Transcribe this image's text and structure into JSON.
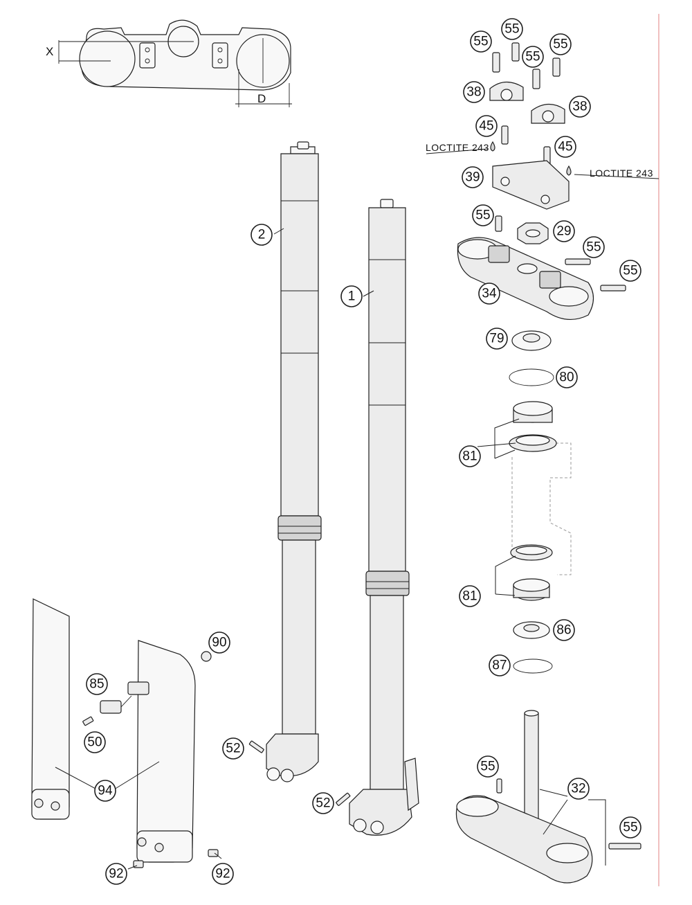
{
  "labels": {
    "c2": "2",
    "c1": "1",
    "c55a": "55",
    "c55b": "55",
    "c55c": "55",
    "c55d": "55",
    "c38a": "38",
    "c38b": "38",
    "c45a": "45",
    "c45b": "45",
    "c39": "39",
    "c55e": "55",
    "c29": "29",
    "c55f": "55",
    "c55g": "55",
    "c34": "34",
    "c79": "79",
    "c80": "80",
    "c81a": "81",
    "c81b": "81",
    "c86": "86",
    "c87": "87",
    "c55h": "55",
    "c32": "32",
    "c55i": "55",
    "c90": "90",
    "c85": "85",
    "c50": "50",
    "c94": "94",
    "c52a": "52",
    "c52b": "52",
    "c92a": "92",
    "c92b": "92"
  },
  "notes": {
    "loctite_left": "LOCTITE 243",
    "loctite_right": "LOCTITE 243"
  },
  "dimensions": {
    "x": "X",
    "d": "D"
  }
}
